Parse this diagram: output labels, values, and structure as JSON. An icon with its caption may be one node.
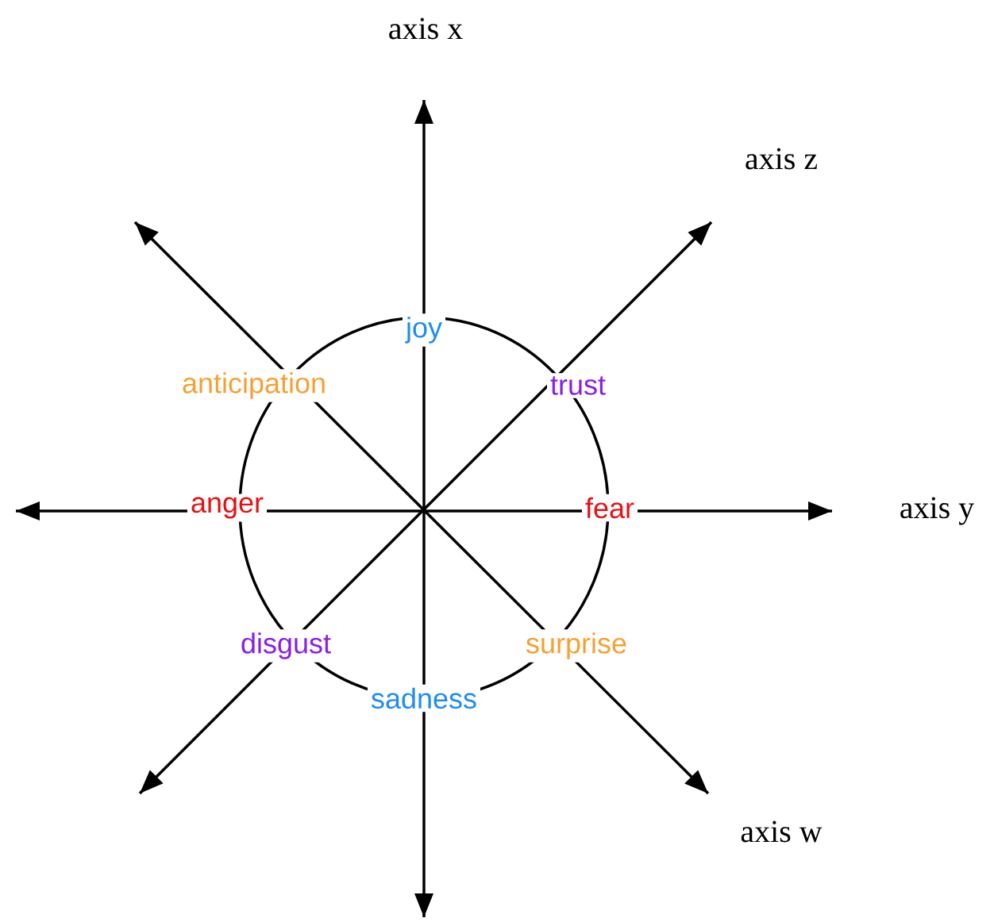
{
  "diagram": {
    "labels": [
      "axis x",
      "axis z",
      "joy",
      "anticipation",
      "trust",
      "anger",
      "fear",
      "axis y",
      "disgust",
      "surprise",
      "sadness",
      "axis w"
    ]
  }
}
